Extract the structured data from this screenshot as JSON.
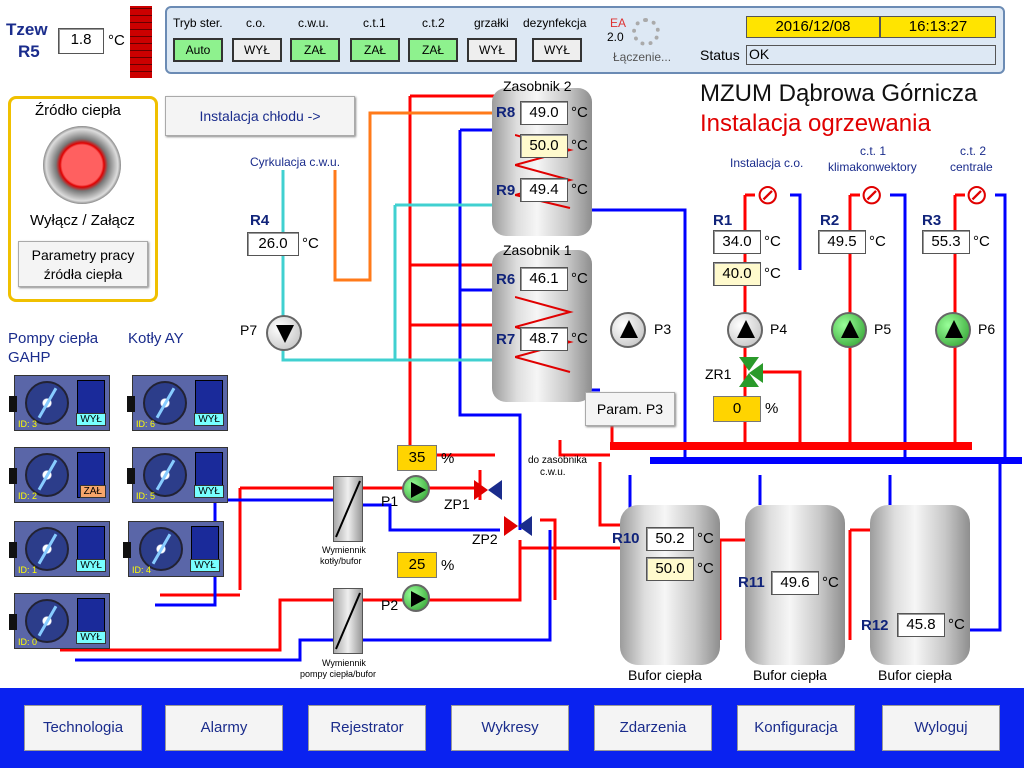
{
  "outdoor": {
    "label": "Tzew",
    "tag": "R5",
    "value": "1.8",
    "unit": "°C"
  },
  "header": {
    "mode_labels": [
      "Tryb ster.",
      "c.o.",
      "c.w.u.",
      "c.t.1",
      "c.t.2",
      "grzałki",
      "dezynfekcja"
    ],
    "mode_values": [
      "Auto",
      "WYŁ",
      "ZAŁ",
      "ZAŁ",
      "ZAŁ",
      "WYŁ",
      "WYŁ"
    ],
    "ea_label": "EA",
    "ea_version": "2.0",
    "connecting": "Łączenie...",
    "date": "2016/12/08",
    "time": "16:13:27",
    "status_label": "Status",
    "status_value": "OK"
  },
  "title": {
    "site": "MZUM Dąbrowa Górnicza",
    "subtitle": "Instalacja ogrzewania"
  },
  "heat_source": {
    "title": "Źródło ciepła",
    "toggle": "Wyłącz / Załącz",
    "params": "Parametry pracy źródła ciepła"
  },
  "cooling_link": "Instalacja chłodu ->",
  "cwu_circ": "Cyrkulacja c.w.u.",
  "sensors": {
    "R4": {
      "tag": "R4",
      "value": "26.0"
    },
    "R8": {
      "tag": "R8",
      "value": "49.0"
    },
    "R8set": {
      "value": "50.0"
    },
    "R9": {
      "tag": "R9",
      "value": "49.4"
    },
    "R6": {
      "tag": "R6",
      "value": "46.1"
    },
    "R7": {
      "tag": "R7",
      "value": "48.7"
    },
    "R1": {
      "tag": "R1",
      "value": "34.0"
    },
    "R1set": {
      "value": "40.0"
    },
    "R2": {
      "tag": "R2",
      "value": "49.5"
    },
    "R3": {
      "tag": "R3",
      "value": "55.3"
    },
    "R10": {
      "tag": "R10",
      "value": "50.2"
    },
    "R10set": {
      "value": "50.0"
    },
    "R11": {
      "tag": "R11",
      "value": "49.6"
    },
    "R12": {
      "tag": "R12",
      "value": "45.8"
    },
    "unit": "°C"
  },
  "tanks": {
    "z2": "Zasobnik 2",
    "z1": "Zasobnik 1",
    "buf": [
      "Bufor ciepła",
      "Bufor ciepła",
      "Bufor ciepła"
    ]
  },
  "circuits": {
    "co": "Instalacja c.o.",
    "ct1_a": "c.t. 1",
    "ct1_b": "klimakonwektory",
    "ct2_a": "c.t. 2",
    "ct2_b": "centrale"
  },
  "pumps": {
    "P1": "P1",
    "P2": "P2",
    "P3": "P3",
    "P4": "P4",
    "P5": "P5",
    "P6": "P6",
    "P7": "P7",
    "ZP1": "ZP1",
    "ZP2": "ZP2",
    "ZR1": "ZR1"
  },
  "valves": {
    "zr1_pct": "0",
    "p1_pct": "35",
    "p2_pct": "25",
    "pct_unit": "%"
  },
  "param_p3": "Param. P3",
  "to_tank": [
    "do zasobnika",
    "c.w.u."
  ],
  "exchangers": {
    "a1": "Wymiennik",
    "a2": "kotły/bufor",
    "b1": "Wymiennik",
    "b2": "pompy ciepła/bufor"
  },
  "groups": {
    "gahp_1": "Pompy ciepła",
    "gahp_2": "GAHP",
    "boilers": "Kotły AY"
  },
  "gahp_units": [
    {
      "id": "ID: 3",
      "state": "WYŁ"
    },
    {
      "id": "ID: 2",
      "state": "ZAŁ"
    },
    {
      "id": "ID: 1",
      "state": "WYŁ"
    },
    {
      "id": "ID: 0",
      "state": "WYŁ"
    }
  ],
  "boiler_units": [
    {
      "id": "ID: 6",
      "state": "WYŁ"
    },
    {
      "id": "ID: 5",
      "state": "WYŁ"
    },
    {
      "id": "ID: 4",
      "state": "WYŁ"
    }
  ],
  "nav": [
    "Technologia",
    "Alarmy",
    "Rejestrator",
    "Wykresy",
    "Zdarzenia",
    "Konfiguracja",
    "Wyloguj"
  ],
  "colors": {
    "hot": "#ff0000",
    "cold": "#0000ff",
    "accent": "#ffd400",
    "nav_bg": "#0a22f0"
  }
}
